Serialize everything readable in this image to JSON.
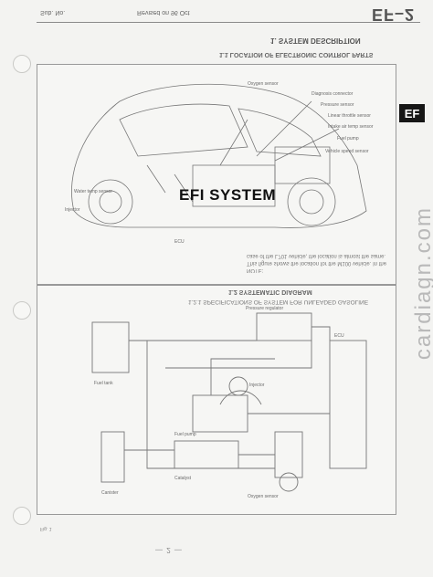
{
  "header": {
    "doc_code": "EF–2",
    "left_text": "Sub. No.",
    "revision_text": "Revised on 96 Oct",
    "section_title": "1. SYSTEM DESCRIPTION",
    "subsection_title": "1.1 LOCATION OF ELECTRONIC CONTROL PARTS"
  },
  "side_tab": {
    "label": "EF"
  },
  "overlay": {
    "title": "EFI SYSTEM"
  },
  "watermark": {
    "text": "cardiagn.com"
  },
  "note": {
    "title": "NOTE:",
    "body": "This figure shows the location for the M100 vehicle. In the case of the L701 vehicle, the location is almost the same."
  },
  "section2": {
    "title": "1.2 SYSTEMATIC DIAGRAM",
    "subtitle": "1.2.1 SPECIFICATIONS OF SYSTEM FOR UNLEADED GASOLINE"
  },
  "footer": {
    "small_text": "Fig. 1",
    "page_text": "— 2 —"
  },
  "diagram1_labels": [
    "Oxygen sensor",
    "Diagnosis connector",
    "Pressure sensor",
    "Linear throttle sensor",
    "Intake air temp sensor",
    "Fuel pump",
    "Vehicle speed sensor",
    "Water temp sensor",
    "Injector",
    "ECU"
  ],
  "diagram2_labels": [
    "Fuel tank",
    "Fuel pump",
    "Pressure regulator",
    "Injector",
    "Canister",
    "ECU",
    "Oxygen sensor",
    "Catalyst"
  ]
}
